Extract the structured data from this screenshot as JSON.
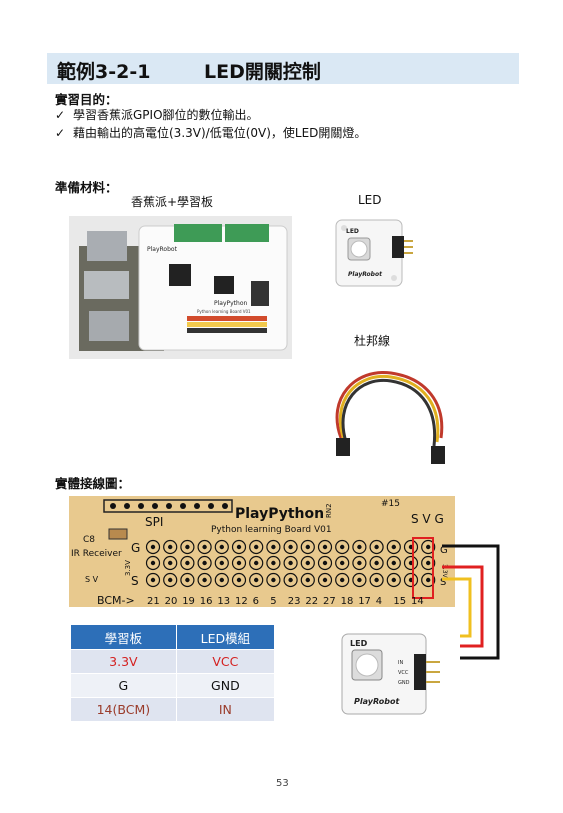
{
  "title": {
    "example": "範例3-2-1",
    "topic": "LED開關控制"
  },
  "purpose": {
    "heading": "實習目的：",
    "items": [
      "學習香蕉派GPIO腳位的數位輸出。",
      "藉由輸出的高電位(3.3V)/低電位(0V)，使LED開關燈。"
    ],
    "check": "✓"
  },
  "materials": {
    "heading": "準備材料：",
    "board_caption": "香蕉派+學習板",
    "led_caption": "LED",
    "wire_caption": "杜邦線"
  },
  "board_photo": {
    "brand": "PlayRobot",
    "name": "PlayPython",
    "subtitle": "Python learning Board V01"
  },
  "led_module": {
    "label": "LED",
    "pins": [
      "IN",
      "VCC",
      "GND"
    ],
    "brand": "PlayRobot"
  },
  "wiring": {
    "heading": "實體接線圖：",
    "board_title": "PlayPython",
    "board_subtitle": "Python learning Board V01",
    "spi": "SPI",
    "c8": "C8",
    "ir": "IR Receiver",
    "rn2": "RN2",
    "pin15": "#15",
    "row_labels": [
      "G",
      "3.3V",
      "S"
    ],
    "svg_header": "S V G",
    "right_labels": [
      "G",
      "3.3V",
      "S"
    ],
    "bcm_label": "BCM->",
    "bcm_numbers": [
      "21",
      "20",
      "19",
      "16",
      "13",
      "12",
      "6",
      "5",
      "23",
      "22",
      "27",
      "18",
      "17",
      "4",
      "15",
      "14"
    ],
    "sv": "S  V"
  },
  "table": {
    "headers": [
      "學習板",
      "LED模組"
    ],
    "rows": [
      [
        "3.3V",
        "VCC"
      ],
      [
        "G",
        "GND"
      ],
      [
        "14(BCM)",
        "IN"
      ]
    ]
  },
  "page_number": "53",
  "colors": {
    "title_bg": "#dae8f4",
    "table_header": "#2d6fb8",
    "wire_red": "#e02020",
    "wire_yellow": "#f0c020",
    "wire_black": "#111111"
  }
}
